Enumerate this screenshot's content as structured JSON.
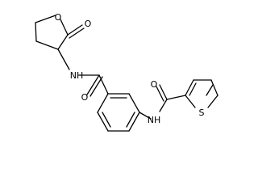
{
  "molecule": {
    "atoms": {
      "lactone_ring_oxygen": "O",
      "lactone_carbonyl_oxygen": "O",
      "amide_nh_1": "NH",
      "benzamide_carbonyl_oxygen": "O",
      "amide_nh_2": "NH",
      "thiophene_carbonyl_oxygen": "O",
      "thiophene_sulfur": "S"
    }
  },
  "colors": {
    "bond": "#000000",
    "label": "#000000",
    "background": "#ffffff"
  }
}
